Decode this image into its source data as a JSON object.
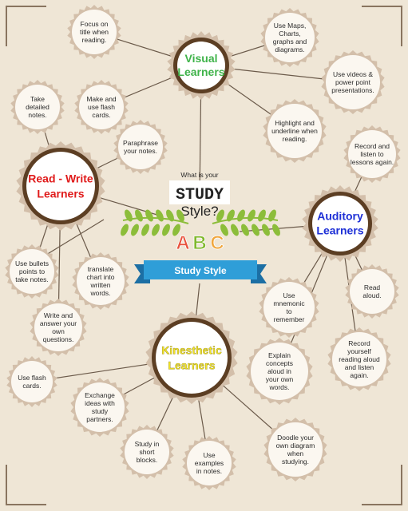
{
  "center": {
    "question": "What is your",
    "study_line1": "STUDY",
    "study_line2": "Style?",
    "letters": [
      "A",
      "B",
      "C"
    ],
    "letter_colors": [
      "#e8513c",
      "#7fb82c",
      "#f0a63c"
    ],
    "banner": "Study Style",
    "banner_color": "#2f9ed8",
    "leaf_color": "#8cbd3a"
  },
  "hubs": {
    "visual": {
      "lines": [
        "Visual",
        "Learners"
      ],
      "color": "#3fb34a"
    },
    "read_write": {
      "lines": [
        "Read - Write",
        "Learners"
      ],
      "color": "#e01b1b"
    },
    "auditory": {
      "lines": [
        "Auditory",
        "Learners"
      ],
      "color": "#1d2fd6"
    },
    "kinesthetic": {
      "lines": [
        "Kinesthetic",
        "Learners"
      ],
      "color": "#f2e52a"
    }
  },
  "tips": {
    "focus_title": [
      "Focus on",
      "title when",
      "reading."
    ],
    "use_maps": [
      "Use Maps,",
      "Charts,",
      "graphs and",
      "diagrams."
    ],
    "use_videos": [
      "Use videos &",
      "power point",
      "presentations."
    ],
    "take_notes": [
      "Take",
      "detailed",
      "notes."
    ],
    "flash_cards_rw": [
      "Make and",
      "use flash",
      "cards."
    ],
    "highlight": [
      "Highlight and",
      "underline when",
      "reading."
    ],
    "paraphrase": [
      "Paraphrase",
      "your notes."
    ],
    "record_listen": [
      "Record and",
      "listen to",
      "lessons again."
    ],
    "bullets": [
      "Use bullets",
      "points to",
      "take notes."
    ],
    "translate": [
      "translate",
      "chart into",
      "written",
      "words."
    ],
    "write_answer": [
      "Write and",
      "answer your",
      "own",
      "questions."
    ],
    "mnemonic": [
      "Use",
      "mnemonic",
      "to",
      "remember"
    ],
    "read_aloud": [
      "Read",
      "aloud."
    ],
    "explain": [
      "Explain",
      "concepts",
      "aloud in",
      "your own",
      "words."
    ],
    "record_yourself": [
      "Record",
      "yourself",
      "reading aloud",
      "and listen",
      "again."
    ],
    "flash_cards_k": [
      "Use flash",
      "cards."
    ],
    "exchange": [
      "Exchange",
      "ideas with",
      "study",
      "partners."
    ],
    "short_blocks": [
      "Study in",
      "short",
      "blocks."
    ],
    "examples": [
      "Use",
      "examples",
      "in notes."
    ],
    "doodle": [
      "Doodle your",
      "own diagram",
      "when",
      "studying."
    ]
  },
  "colors": {
    "background": "#efe6d6",
    "badge": "#d3bfaa",
    "badge_dark": "#5c3e23",
    "line": "#6b5a4a",
    "corner": "#8a7560"
  }
}
